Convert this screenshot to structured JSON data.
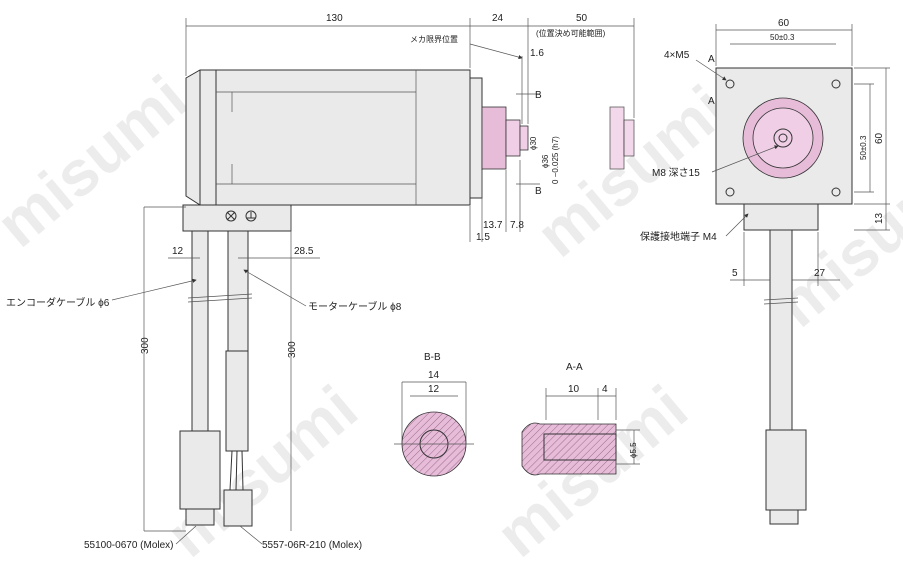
{
  "watermark": "misumi",
  "colors": {
    "shaft_fill": "#e6bcd9",
    "body_fill": "#eaeaea",
    "line": "#333333"
  },
  "dims": {
    "d130": "130",
    "d24": "24",
    "d50": "50",
    "stroke_note": "(位置決め可能範囲)",
    "mech_limit": "メカ限界位置",
    "d1_6": "1.6",
    "secB": "B",
    "phi30": "ϕ30",
    "phi36": "ϕ36",
    "phi36_tol": "0 −0.025 (h7)",
    "d13_7": "13.7",
    "d7_8": "7.8",
    "d1_5": "1.5",
    "d12": "12",
    "d28_5": "28.5",
    "encoder_cable": "エンコーダケーブル ϕ6",
    "motor_cable": "モーターケーブル ϕ8",
    "d300a": "300",
    "d300b": "300",
    "conn1": "55100-0670 (Molex)",
    "conn2": "5557-06R-210 (Molex)"
  },
  "front": {
    "d60": "60",
    "d50tol": "50±0.3",
    "d4m5": "4×M5",
    "secA": "A",
    "d50tol_v": "50±0.3",
    "d60v": "60",
    "m8": "M8 深さ15",
    "ground": "保護接地端子 M4",
    "d13": "13",
    "d5": "5",
    "d27": "27"
  },
  "bb": {
    "title": "B-B",
    "d14": "14",
    "d12": "12"
  },
  "aa": {
    "title": "A-A",
    "d10": "10",
    "d4": "4",
    "phi5_5": "ϕ5.5"
  }
}
